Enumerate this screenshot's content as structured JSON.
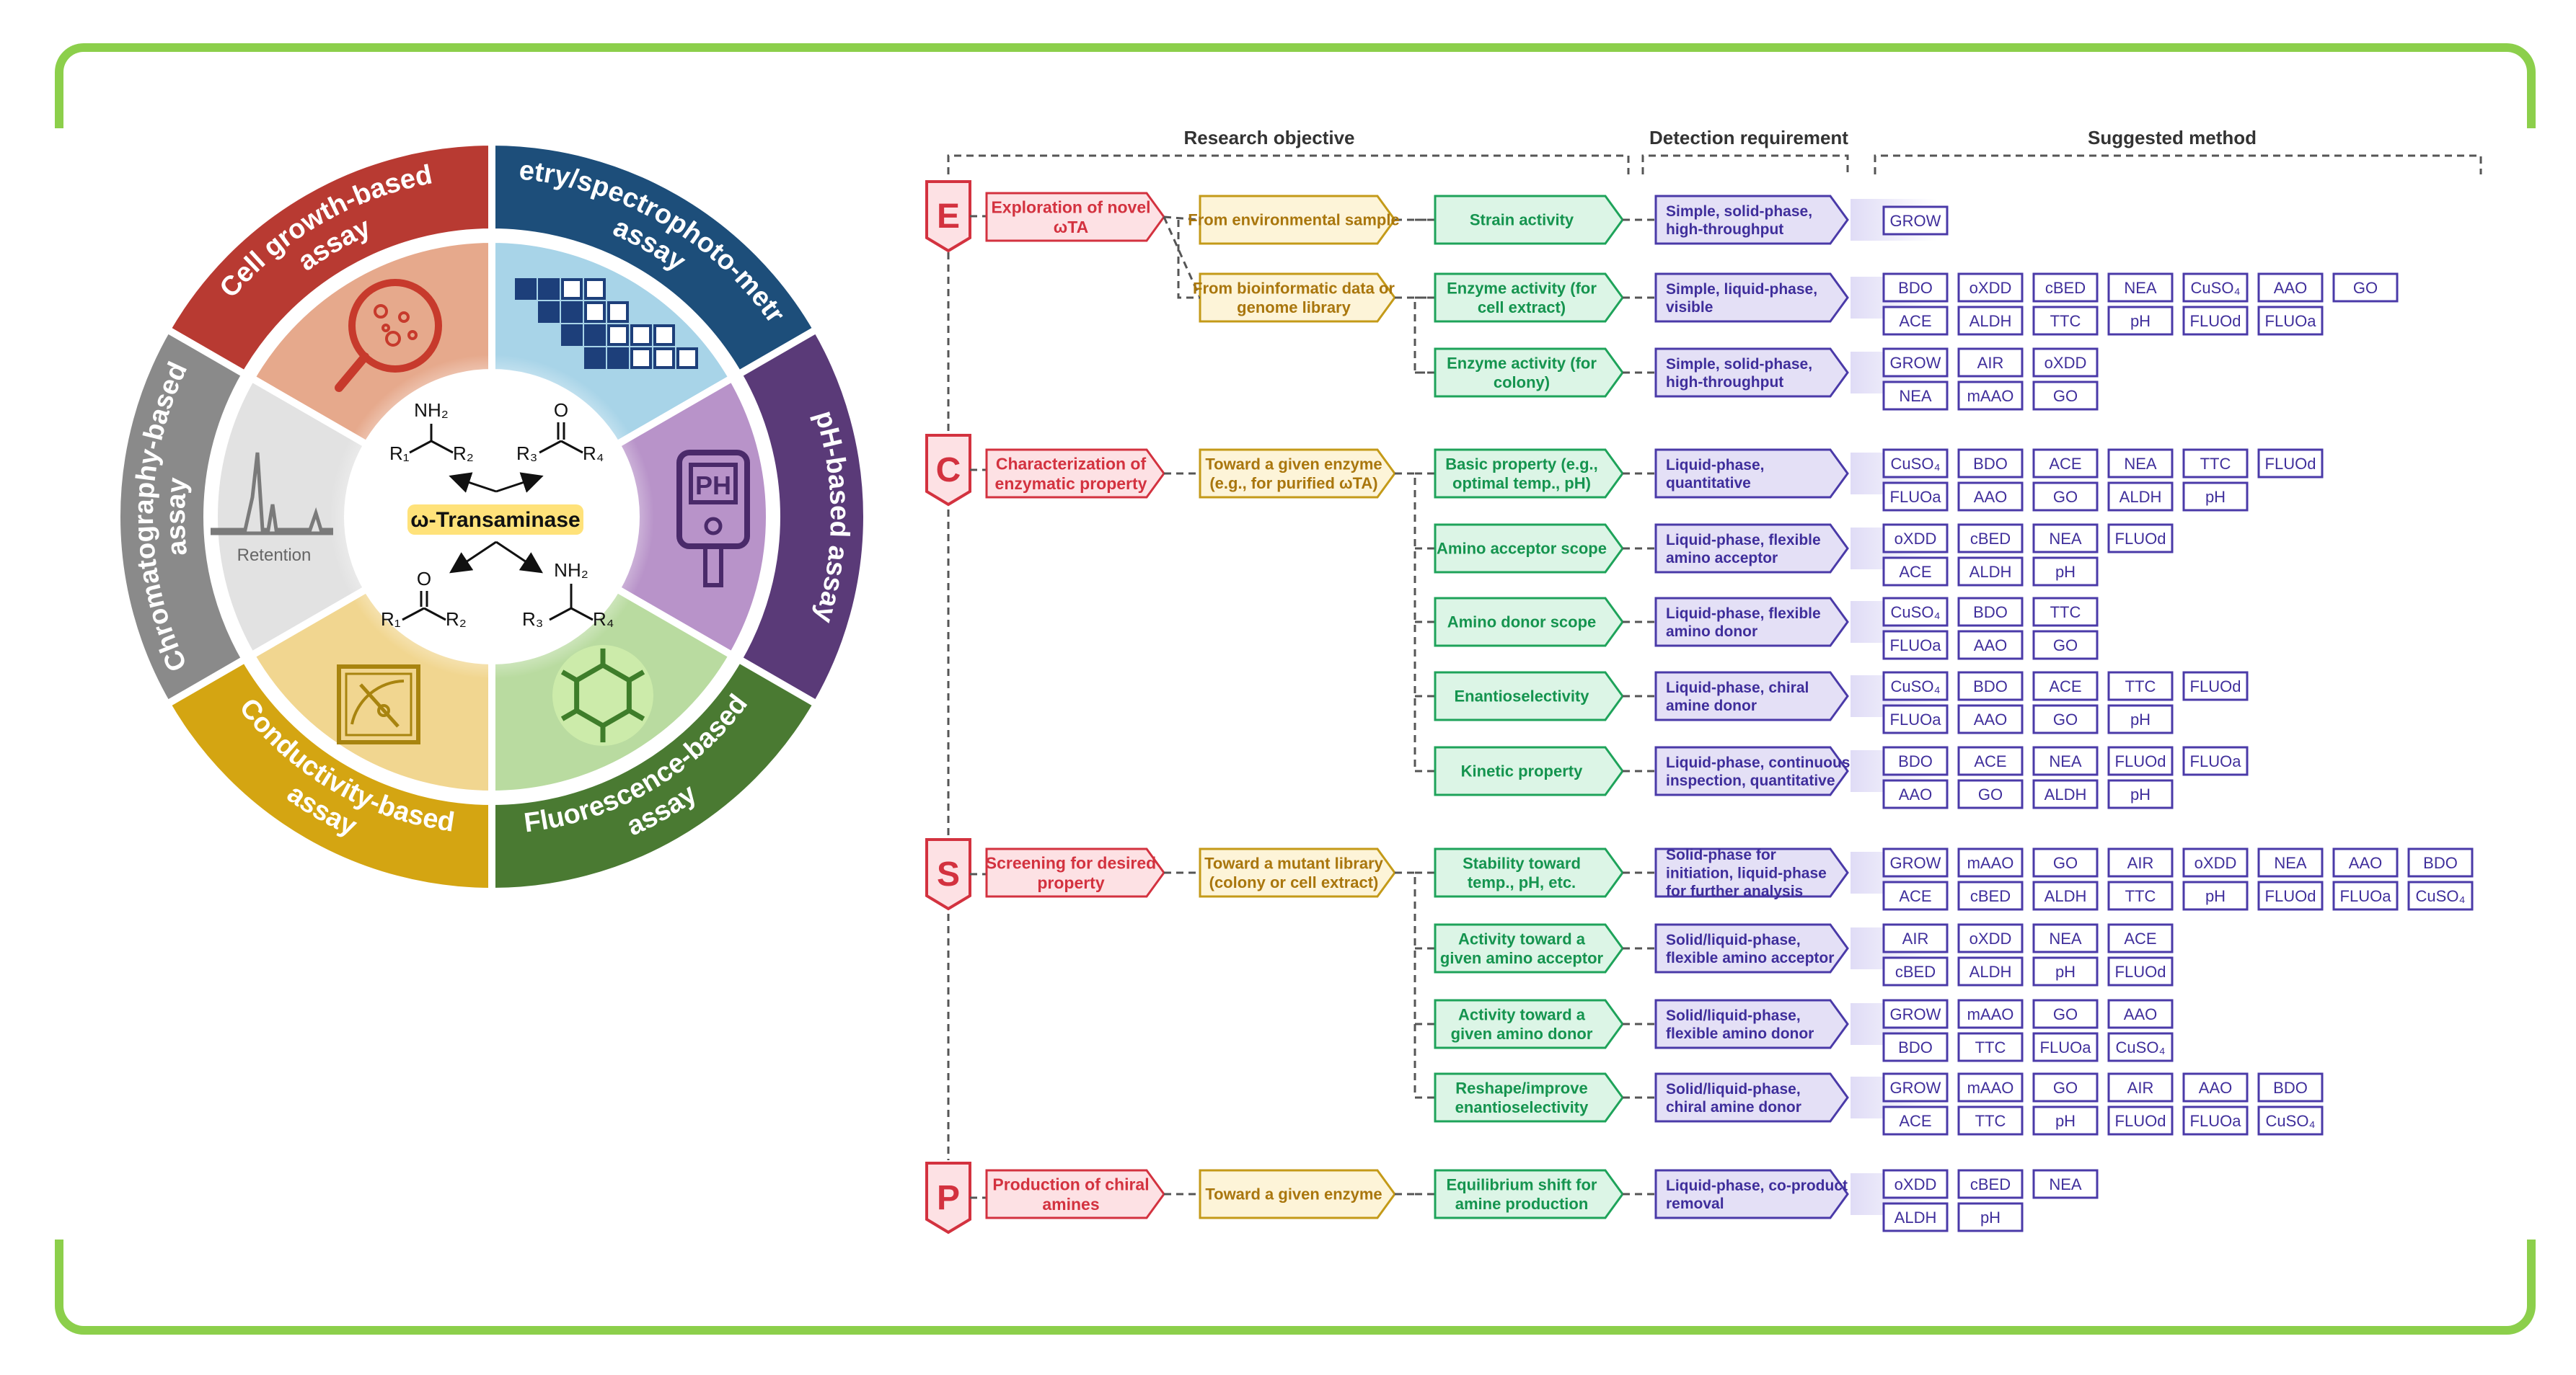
{
  "colors": {
    "frame": "#8ccf4b",
    "red": "#d3323f",
    "red_fill": "#fde1e4",
    "gold": "#c49a18",
    "gold_fill": "#fdf4d8",
    "green": "#1ea35a",
    "green_fill": "#dcf5e6",
    "purple": "#4a3aa8",
    "purple_fill": "#e4e0f6",
    "method_text": "#3f2e9b"
  },
  "wheel": {
    "center_label": "ω-Transaminase",
    "retention_label": "Retention",
    "ph_label": "PH",
    "segments": [
      {
        "label": "Cell growth-based assay",
        "color": "#b83a32",
        "inner": "#e6a98c"
      },
      {
        "label": "Colorimetry/spectrophoto-metry-based assay",
        "color": "#1d4e7a",
        "inner": "#a8d4e8"
      },
      {
        "label": "pH-based assay",
        "color": "#5a3a78",
        "inner": "#b893c9"
      },
      {
        "label": "Fluorescence-based assay",
        "color": "#4a7a32",
        "inner": "#b9dba0"
      },
      {
        "label": "Conductivity-based assay",
        "color": "#d4a512",
        "inner": "#f1d690"
      },
      {
        "label": "Chromatography-based assay",
        "color": "#8a8a8a",
        "inner": "#e2e2e2"
      }
    ],
    "chem": {
      "nh2": "NH₂",
      "o": "O",
      "r1": "R₁",
      "r2": "R₂",
      "r3": "R₃",
      "r4": "R₄"
    }
  },
  "headers": {
    "research_objective": "Research objective",
    "detection_requirement": "Detection requirement",
    "suggested_method": "Suggested method"
  },
  "sections": [
    {
      "letter": "E",
      "objective": "Exploration of novel ωTA"
    },
    {
      "letter": "C",
      "objective": "Characterization of enzymatic property"
    },
    {
      "letter": "S",
      "objective": "Screening for desired property"
    },
    {
      "letter": "P",
      "objective": "Production of chiral amines"
    }
  ],
  "sources": [
    "From environmental sample",
    "From bioinformatic data or genome library",
    "Toward a given enzyme (e.g., for purified ωTA)",
    "Toward a mutant library (colony or cell extract)",
    "Toward a given enzyme"
  ],
  "rows": [
    {
      "property": "Strain activity",
      "detection": "Simple, solid-phase, high-throughput",
      "methods": [
        [
          "GROW"
        ]
      ]
    },
    {
      "property": "Enzyme activity (for cell extract)",
      "detection": "Simple, liquid-phase, visible",
      "methods": [
        [
          "BDO",
          "oXDD",
          "cBED",
          "NEA",
          "CuSO₄",
          "AAO",
          "GO"
        ],
        [
          "ACE",
          "ALDH",
          "TTC",
          "pH",
          "FLUOd",
          "FLUOa"
        ]
      ]
    },
    {
      "property": "Enzyme activity (for colony)",
      "detection": "Simple, solid-phase, high-throughput",
      "methods": [
        [
          "GROW",
          "AIR",
          "oXDD"
        ],
        [
          "NEA",
          "mAAO",
          "GO"
        ]
      ]
    },
    {
      "property": "Basic property (e.g., optimal temp., pH)",
      "detection": "Liquid-phase, quantitative",
      "methods": [
        [
          "CuSO₄",
          "BDO",
          "ACE",
          "NEA",
          "TTC",
          "FLUOd"
        ],
        [
          "FLUOa",
          "AAO",
          "GO",
          "ALDH",
          "pH"
        ]
      ]
    },
    {
      "property": "Amino acceptor scope",
      "detection": "Liquid-phase, flexible amino acceptor",
      "methods": [
        [
          "oXDD",
          "cBED",
          "NEA",
          "FLUOd"
        ],
        [
          "ACE",
          "ALDH",
          "pH"
        ]
      ]
    },
    {
      "property": "Amino donor scope",
      "detection": "Liquid-phase, flexible amino donor",
      "methods": [
        [
          "CuSO₄",
          "BDO",
          "TTC"
        ],
        [
          "FLUOa",
          "AAO",
          "GO"
        ]
      ]
    },
    {
      "property": "Enantioselectivity",
      "detection": "Liquid-phase, chiral amine donor",
      "methods": [
        [
          "CuSO₄",
          "BDO",
          "ACE",
          "TTC",
          "FLUOd"
        ],
        [
          "FLUOa",
          "AAO",
          "GO",
          "pH"
        ]
      ]
    },
    {
      "property": "Kinetic property",
      "detection": "Liquid-phase, continuous inspection, quantitative",
      "methods": [
        [
          "BDO",
          "ACE",
          "NEA",
          "FLUOd",
          "FLUOa"
        ],
        [
          "AAO",
          "GO",
          "ALDH",
          "pH"
        ]
      ]
    },
    {
      "property": "Stability toward temp., pH, etc.",
      "detection": "Solid-phase for initiation, liquid-phase for further analysis",
      "methods": [
        [
          "GROW",
          "mAAO",
          "GO",
          "AIR",
          "oXDD",
          "NEA",
          "AAO",
          "BDO"
        ],
        [
          "ACE",
          "cBED",
          "ALDH",
          "TTC",
          "pH",
          "FLUOd",
          "FLUOa",
          "CuSO₄"
        ]
      ]
    },
    {
      "property": "Activity toward a given amino acceptor",
      "detection": "Solid/liquid-phase, flexible amino acceptor",
      "methods": [
        [
          "AIR",
          "oXDD",
          "NEA",
          "ACE"
        ],
        [
          "cBED",
          "ALDH",
          "pH",
          "FLUOd"
        ]
      ]
    },
    {
      "property": "Activity toward a given amino donor",
      "detection": "Solid/liquid-phase, flexible amino donor",
      "methods": [
        [
          "GROW",
          "mAAO",
          "GO",
          "AAO"
        ],
        [
          "BDO",
          "TTC",
          "FLUOa",
          "CuSO₄"
        ]
      ]
    },
    {
      "property": "Reshape/improve enantioselectivity",
      "detection": "Solid/liquid-phase, chiral amine donor",
      "methods": [
        [
          "GROW",
          "mAAO",
          "GO",
          "AIR",
          "AAO",
          "BDO"
        ],
        [
          "ACE",
          "TTC",
          "pH",
          "FLUOd",
          "FLUOa",
          "CuSO₄"
        ]
      ]
    },
    {
      "property": "Equilibrium shift for amine production",
      "detection": "Liquid-phase, co-product removal",
      "methods": [
        [
          "oXDD",
          "cBED",
          "NEA"
        ],
        [
          "ALDH",
          "pH"
        ]
      ]
    }
  ]
}
